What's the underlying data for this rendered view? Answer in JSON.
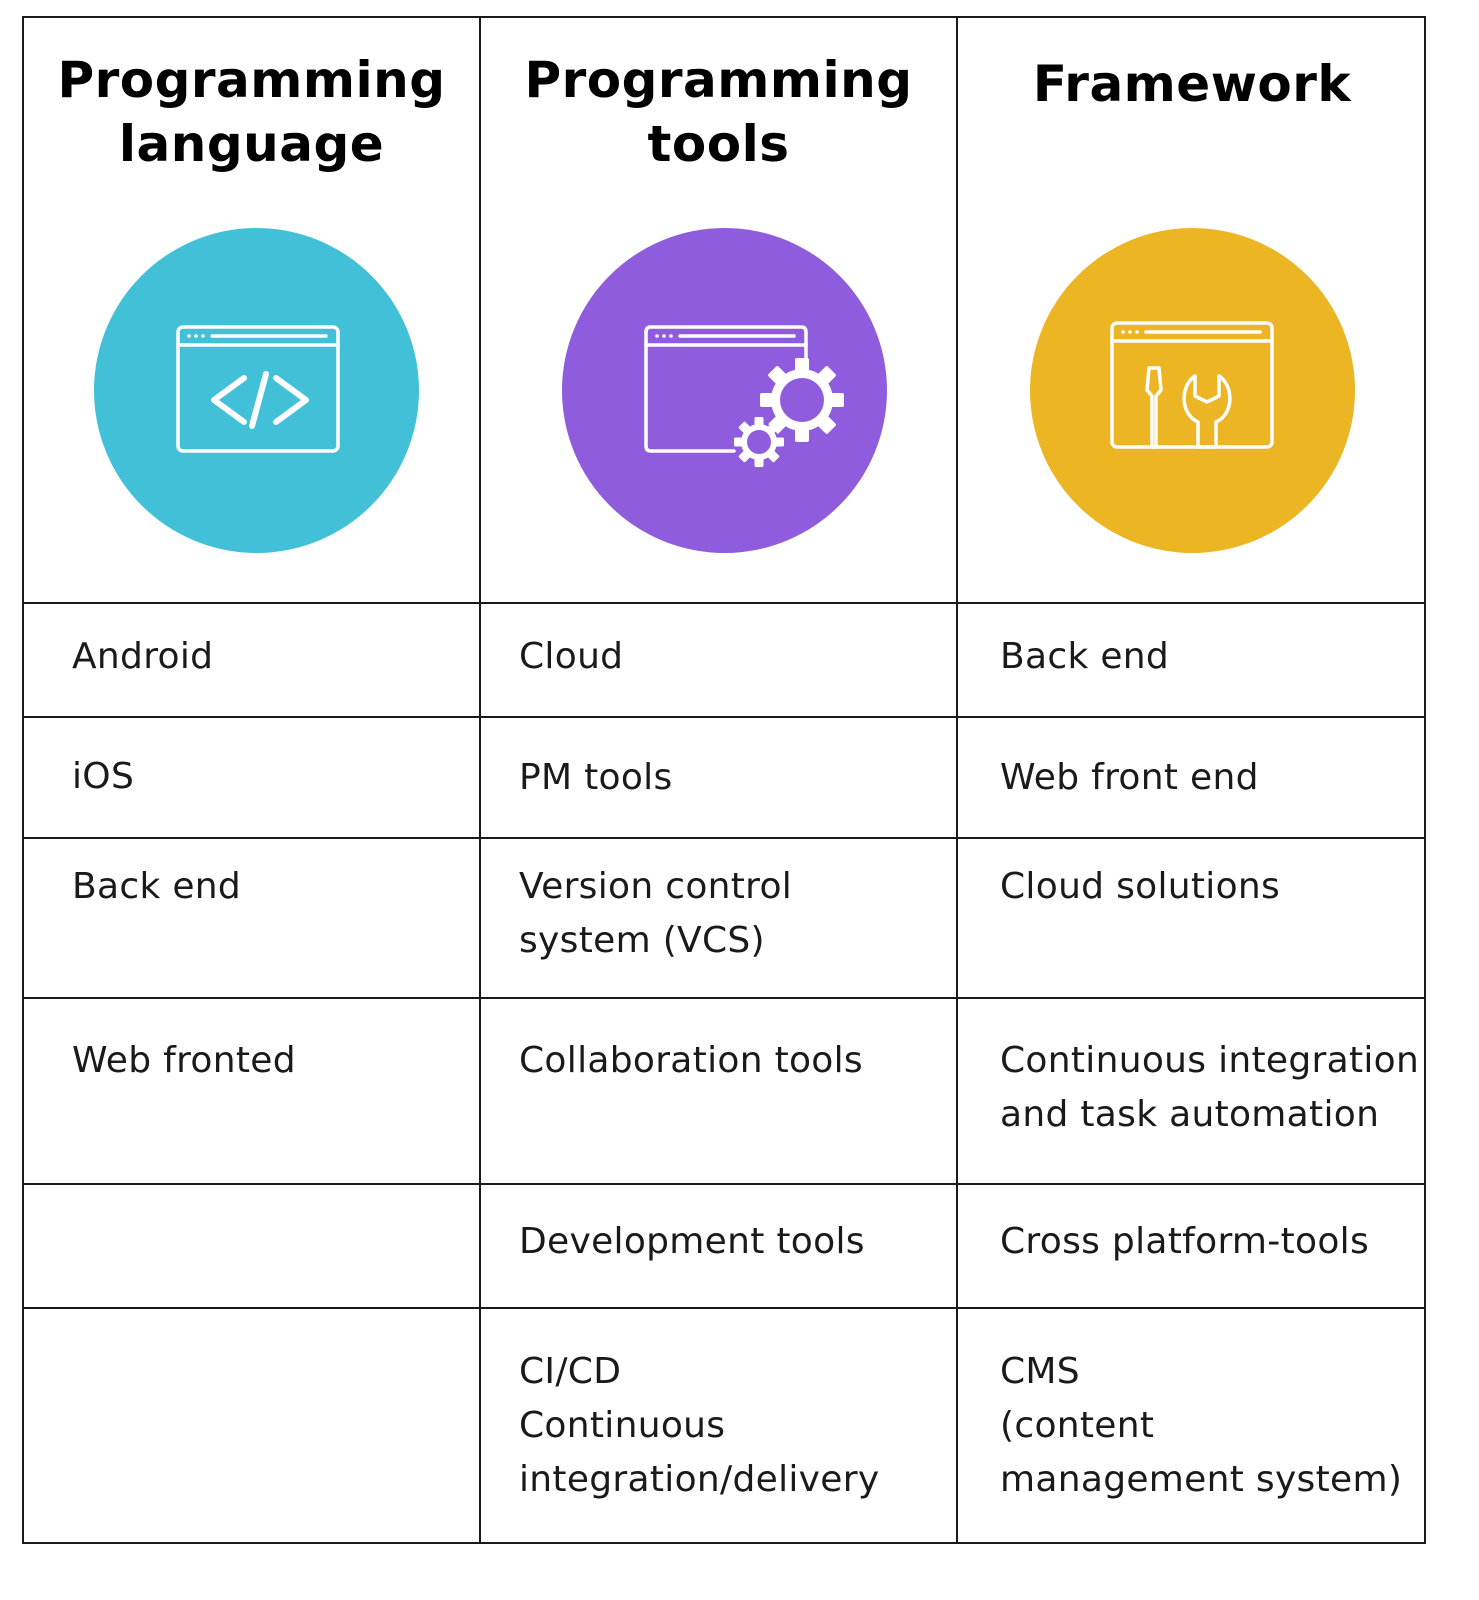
{
  "columns": [
    {
      "title": "Programming\nlanguage",
      "icon": "code-window-icon",
      "color": "#41C0D7"
    },
    {
      "title": "Programming\ntools",
      "icon": "window-gears-icon",
      "color": "#8E5CDD"
    },
    {
      "title": "Framework",
      "icon": "window-tools-icon",
      "color": "#EBB524"
    }
  ],
  "rows": [
    [
      "Android",
      "Cloud",
      "Back end"
    ],
    [
      "iOS",
      "PM tools",
      "Web front end"
    ],
    [
      "Back end",
      "Version control\nsystem (VCS)",
      "Cloud solutions"
    ],
    [
      "Web fronted",
      "Collaboration tools",
      "Continuous integration\nand task automation"
    ],
    [
      "",
      "Development tools",
      "Cross platform-tools"
    ],
    [
      "",
      "CI/CD\nContinuous\nintegration/delivery",
      "CMS\n(content\nmanagement system)"
    ]
  ]
}
